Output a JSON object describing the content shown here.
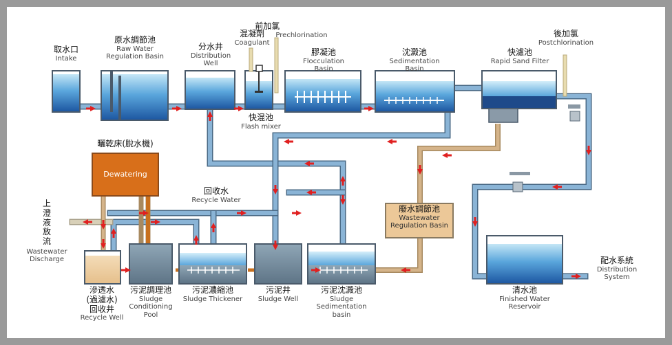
{
  "labels": {
    "intake": {
      "zh": "取水口",
      "en": "Intake"
    },
    "raw_water": {
      "zh": "原水調節池",
      "en1": "Raw Water",
      "en2": "Regulation Basin"
    },
    "distribution_well": {
      "zh": "分水井",
      "en1": "Distribution",
      "en2": "Well"
    },
    "coagulant": {
      "zh": "混凝劑",
      "en": "Coagulant"
    },
    "prechlorination": {
      "zh": "前加氯",
      "en": "Prechlorination"
    },
    "flocculation": {
      "zh": "膠凝池",
      "en1": "Flocculation",
      "en2": "Basin"
    },
    "sedimentation": {
      "zh": "沈澱池",
      "en1": "Sedimentation",
      "en2": "Basin"
    },
    "rapid_sand": {
      "zh": "快濾池",
      "en": "Rapid Sand Filter"
    },
    "postchlorination": {
      "zh": "後加氯",
      "en": "Postchlorination"
    },
    "flash_mixer": {
      "zh": "快混池",
      "en": "Flash mixer"
    },
    "dewatering_title": {
      "zh": "曬乾床(脫水機)"
    },
    "dewatering_box": "Dewatering",
    "recycle_water": {
      "zh": "回收水",
      "en": "Recycle Water"
    },
    "wastewater_discharge": {
      "zh1": "上",
      "zh2": "澄",
      "zh3": "液",
      "zh4": "放",
      "zh5": "流",
      "en1": "Wastewater",
      "en2": "Discharge"
    },
    "wastewater_regulation": {
      "zh": "廢水調節池",
      "en1": "Wastewater",
      "en2": "Regulation Basin"
    },
    "recycle_well": {
      "zh1": "滲透水",
      "zh2": "(過濾水)",
      "zh3": "回收井",
      "en": "Recycle Well"
    },
    "sludge_conditioning": {
      "zh": "污泥調理池",
      "en1": "Sludge",
      "en2": "Conditioning",
      "en3": "Pool"
    },
    "sludge_thickener": {
      "zh": "污泥濃縮池",
      "en": "Sludge Thickener"
    },
    "sludge_well": {
      "zh": "污泥井",
      "en": "Sludge Well"
    },
    "sludge_sedimentation": {
      "zh": "污泥沈澱池",
      "en1": "Sludge",
      "en2": "Sedimentation",
      "en3": "basin"
    },
    "finished_water": {
      "zh": "清水池",
      "en1": "Finished Water",
      "en2": "Reservoir"
    },
    "distribution_system": {
      "zh": "配水系統",
      "en1": "Distribution",
      "en2": "System"
    }
  },
  "colors": {
    "pipe": "#8ab4d6",
    "pipe_edge": "#4a6a86",
    "pipe_tan": "#d5b48a",
    "water_top": "#bfe2f4",
    "water_bottom": "#1f5fa8",
    "arrow": "#e02020",
    "dewater": "#d86f1a",
    "wastewater_basin": "#ecc898"
  }
}
